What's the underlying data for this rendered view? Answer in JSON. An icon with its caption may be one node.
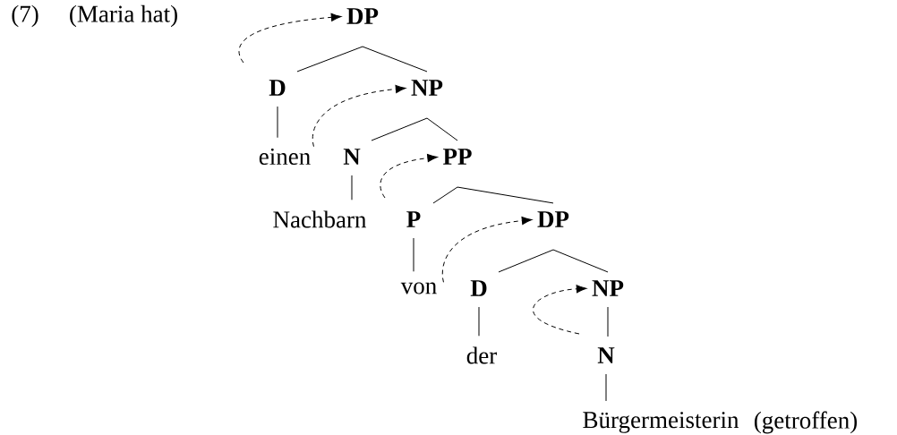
{
  "diagram": {
    "nodes": [
      {
        "text": [
          "DP"
        ]
      },
      {
        "text": [
          "D"
        ]
      },
      {
        "text": [
          "NP"
        ]
      },
      {
        "text": [
          "einen"
        ]
      },
      {
        "text": [
          "N"
        ]
      },
      {
        "text": [
          "PP"
        ]
      },
      {
        "text": [
          "Nachbarn"
        ]
      },
      {
        "text": [
          "P"
        ]
      },
      {
        "text": [
          "DP"
        ]
      },
      {
        "text": [
          "von"
        ]
      },
      {
        "text": [
          "D"
        ]
      },
      {
        "text": [
          "NP"
        ]
      },
      {
        "text": [
          "der"
        ]
      },
      {
        "text": [
          "N"
        ]
      },
      {
        "text": [
          "Bürgermeisterin"
        ]
      }
    ],
    "edges": [
      {
        "from": 0,
        "to": 1,
        "arrow": "none"
      },
      {
        "from": 0,
        "to": 2,
        "arrow": "none"
      },
      {
        "from": 1,
        "to": 3,
        "arrow": "none"
      },
      {
        "from": 2,
        "to": 4,
        "arrow": "none"
      },
      {
        "from": 2,
        "to": 5,
        "arrow": "none"
      },
      {
        "from": 4,
        "to": 6,
        "arrow": "none"
      },
      {
        "from": 5,
        "to": 7,
        "arrow": "none"
      },
      {
        "from": 5,
        "to": 8,
        "arrow": "none"
      },
      {
        "from": 7,
        "to": 9,
        "arrow": "none"
      },
      {
        "from": 8,
        "to": 10,
        "arrow": "none"
      },
      {
        "from": 8,
        "to": 11,
        "arrow": "none"
      },
      {
        "from": 10,
        "to": 12,
        "arrow": "none"
      },
      {
        "from": 11,
        "to": 13,
        "arrow": "none"
      },
      {
        "from": 13,
        "to": 14,
        "arrow": "none"
      },
      {
        "from": null,
        "to": 0,
        "arrow": "to",
        "style": "dashed"
      },
      {
        "from": 3,
        "to": 2,
        "arrow": "to",
        "style": "dashed"
      },
      {
        "from": null,
        "to": 5,
        "arrow": "to",
        "style": "dashed"
      },
      {
        "from": 9,
        "to": 8,
        "arrow": "to",
        "style": "dashed"
      },
      {
        "from": null,
        "to": 11,
        "arrow": "to",
        "style": "dashed"
      }
    ],
    "labels": [
      "(7)",
      "(Maria hat)",
      "(getroffen)"
    ]
  }
}
